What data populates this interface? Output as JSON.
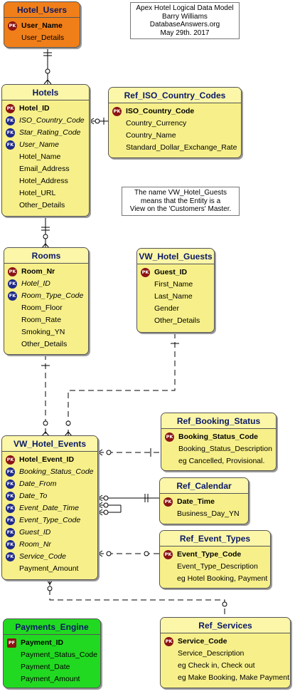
{
  "header_note": {
    "lines": [
      "Apex Hotel Logical Data Model",
      "Barry Williams",
      "DatabaseAnswers.org",
      "May 29th. 2017"
    ]
  },
  "view_note": {
    "lines": [
      "The name VW_Hotel_Guests",
      "means that the Entity is a",
      "View on the 'Customers' Master."
    ]
  },
  "key_badges": {
    "pk": "PK",
    "fk": "FK",
    "pf": "PF"
  },
  "colors": {
    "entity": "#f7f08a",
    "hotel_users": "#f07f1a",
    "payments_engine": "#22d922",
    "title_text": "#0b1a66"
  },
  "entities": {
    "hotel_users": {
      "name": "Hotel_Users",
      "attributes": [
        {
          "name": "User_Name",
          "key": "pk"
        },
        {
          "name": "User_Details",
          "key": ""
        }
      ]
    },
    "hotels": {
      "name": "Hotels",
      "attributes": [
        {
          "name": "Hotel_ID",
          "key": "pk"
        },
        {
          "name": "ISO_Country_Code",
          "key": "fk"
        },
        {
          "name": "Star_Rating_Code",
          "key": "fk"
        },
        {
          "name": "User_Name",
          "key": "fk"
        },
        {
          "name": "Hotel_Name",
          "key": ""
        },
        {
          "name": "Email_Address",
          "key": ""
        },
        {
          "name": "Hotel_Address",
          "key": ""
        },
        {
          "name": "Hotel_URL",
          "key": ""
        },
        {
          "name": "Other_Details",
          "key": ""
        }
      ]
    },
    "ref_iso_country_codes": {
      "name": "Ref_ISO_Country_Codes",
      "attributes": [
        {
          "name": "ISO_Country_Code",
          "key": "pk"
        },
        {
          "name": "Country_Currency",
          "key": ""
        },
        {
          "name": "Country_Name",
          "key": ""
        },
        {
          "name": "Standard_Dollar_Exchange_Rate",
          "key": ""
        }
      ]
    },
    "rooms": {
      "name": "Rooms",
      "attributes": [
        {
          "name": "Room_Nr",
          "key": "pk"
        },
        {
          "name": "Hotel_ID",
          "key": "fk"
        },
        {
          "name": "Room_Type_Code",
          "key": "fk"
        },
        {
          "name": "Room_Floor",
          "key": ""
        },
        {
          "name": "Room_Rate",
          "key": ""
        },
        {
          "name": "Smoking_YN",
          "key": ""
        },
        {
          "name": "Other_Details",
          "key": ""
        }
      ]
    },
    "vw_hotel_guests": {
      "name": "VW_Hotel_Guests",
      "attributes": [
        {
          "name": "Guest_ID",
          "key": "pk"
        },
        {
          "name": "First_Name",
          "key": ""
        },
        {
          "name": "Last_Name",
          "key": ""
        },
        {
          "name": "Gender",
          "key": ""
        },
        {
          "name": "Other_Details",
          "key": ""
        }
      ]
    },
    "vw_hotel_events": {
      "name": "VW_Hotel_Events",
      "attributes": [
        {
          "name": "Hotel_Event_ID",
          "key": "pk"
        },
        {
          "name": "Booking_Status_Code",
          "key": "fk"
        },
        {
          "name": "Date_From",
          "key": "fk"
        },
        {
          "name": "Date_To",
          "key": "fk"
        },
        {
          "name": "Event_Date_Time",
          "key": "fk"
        },
        {
          "name": "Event_Type_Code",
          "key": "fk"
        },
        {
          "name": "Guest_ID",
          "key": "fk"
        },
        {
          "name": "Room_Nr",
          "key": "fk"
        },
        {
          "name": "Service_Code",
          "key": "fk"
        },
        {
          "name": "Payment_Amount",
          "key": ""
        }
      ]
    },
    "ref_booking_status": {
      "name": "Ref_Booking_Status",
      "attributes": [
        {
          "name": "Booking_Status_Code",
          "key": "pk"
        },
        {
          "name": "Booking_Status_Description",
          "key": ""
        },
        {
          "name": "eg Cancelled, Provisional.",
          "key": ""
        }
      ]
    },
    "ref_calendar": {
      "name": "Ref_Calendar",
      "attributes": [
        {
          "name": "Date_Time",
          "key": "pk"
        },
        {
          "name": "Business_Day_YN",
          "key": ""
        }
      ]
    },
    "ref_event_types": {
      "name": "Ref_Event_Types",
      "attributes": [
        {
          "name": "Event_Type_Code",
          "key": "pk"
        },
        {
          "name": "Event_Type_Description",
          "key": ""
        },
        {
          "name": "eg Hotel Booking, Payment",
          "key": ""
        }
      ]
    },
    "payments_engine": {
      "name": "Payments_Engine",
      "attributes": [
        {
          "name": "Payment_ID",
          "key": "pf"
        },
        {
          "name": "Payment_Status_Code",
          "key": ""
        },
        {
          "name": "Payment_Date",
          "key": ""
        },
        {
          "name": "Payment_Amount",
          "key": ""
        }
      ]
    },
    "ref_services": {
      "name": "Ref_Services",
      "attributes": [
        {
          "name": "Service_Code",
          "key": "pk"
        },
        {
          "name": "Service_Description",
          "key": ""
        },
        {
          "name": "eg Check in, Check out",
          "key": ""
        },
        {
          "name": "eg Make Booking, Make Payment",
          "key": ""
        }
      ]
    }
  }
}
